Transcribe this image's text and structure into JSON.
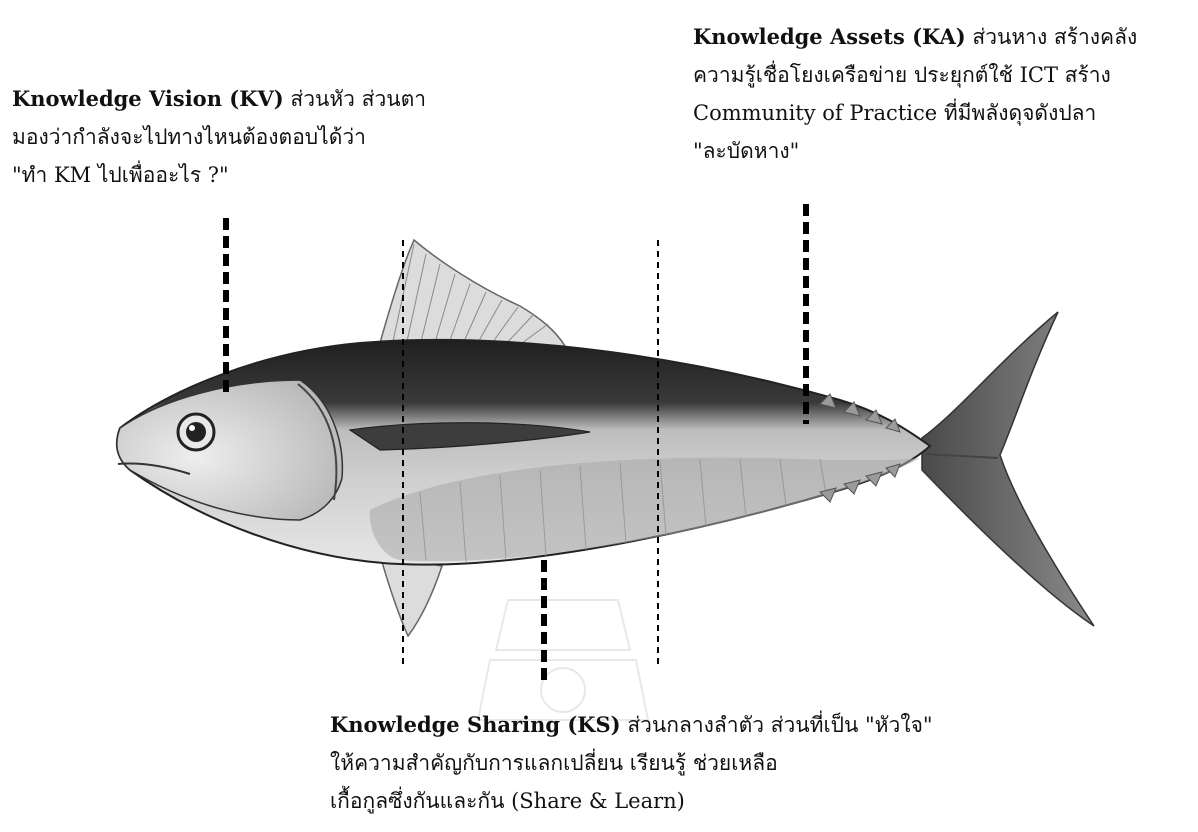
{
  "callouts": {
    "vision": {
      "term": "Knowledge Vision (KV)",
      "lines": [
        "ส่วนหัว ส่วนตา",
        "มองว่ากำลังจะไปทางไหนต้องตอบได้ว่า",
        "\"ทำ KM ไปเพื่ออะไร ?\""
      ]
    },
    "assets": {
      "term": "Knowledge Assets (KA)",
      "lines": [
        "ส่วนหาง สร้างคลัง",
        "ความรู้เชื่อโยงเครือข่าย ประยุกต์ใช้ ICT สร้าง",
        "Community of Practice  ที่มีพลังดุจดังปลา",
        "\"ละบัดหาง\""
      ]
    },
    "sharing": {
      "term": "Knowledge Sharing (KS)",
      "lines": [
        "ส่วนกลางลำตัว ส่วนที่เป็น \"หัวใจ\"",
        "ให้ความสำคัญกับการแลกเปลี่ยน เรียนรู้ ช่วยเหลือ",
        "เกื้อกูลซึ่งกันและกัน (Share & Learn)"
      ]
    }
  },
  "icons": {
    "fish": "tuna-fish-illustration",
    "watermark": "seal-watermark"
  },
  "colors": {
    "text": "#111111",
    "marker": "#000000",
    "fish_back": "#2b2b2b",
    "fish_belly": "#d6d6d6"
  }
}
